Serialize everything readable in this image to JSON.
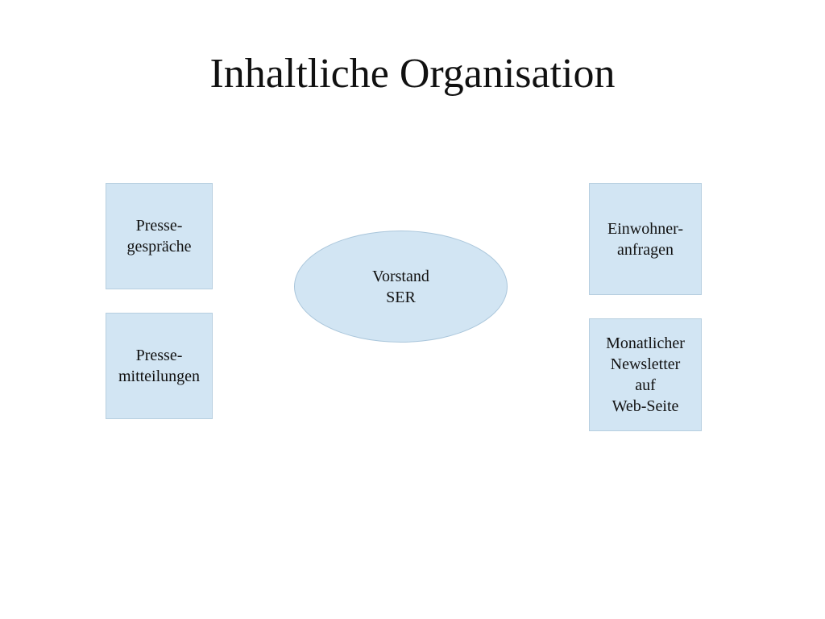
{
  "slide": {
    "title": "Inhaltliche Organisation"
  },
  "nodes": {
    "pressegespraeche": "Presse-\ngespräche",
    "pressemitteilungen": "Presse-\nmitteilungen",
    "vorstand": "Vorstand\nSER",
    "einwohneranfragen": "Einwohner-\nanfragen",
    "newsletter": "Monatlicher\nNewsletter\nauf\nWeb-Seite"
  },
  "colors": {
    "node_fill": "#d2e5f3",
    "node_border": "#b7cfe0",
    "text": "#111111",
    "background": "#ffffff"
  }
}
